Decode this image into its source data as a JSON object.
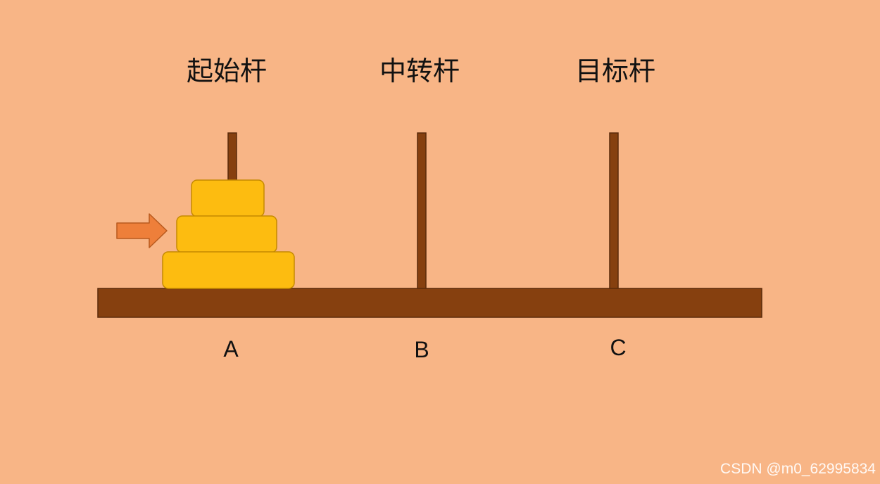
{
  "rods": [
    {
      "title": "起始杆",
      "letter": "A"
    },
    {
      "title": "中转杆",
      "letter": "B"
    },
    {
      "title": "目标杆",
      "letter": "C"
    }
  ],
  "disks_on_first_rod": 3,
  "arrow_points_to_disk": 2,
  "watermark": "CSDN @m0_62995834",
  "colors": {
    "background": "#F8B586",
    "wood": "#86400F",
    "wood_border": "#5A2A0A",
    "disk": "#FDBC10",
    "disk_border": "#C58A00",
    "arrow": "#EE7F3A",
    "arrow_border": "#B85A1E"
  }
}
